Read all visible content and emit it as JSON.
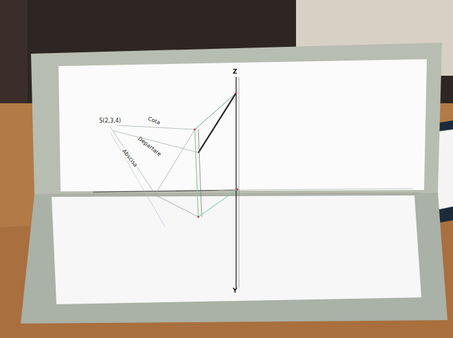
{
  "diagram": {
    "labels": [
      "S(2,3,4)",
      "Cota",
      "Departare",
      "Abscisa",
      "Z",
      "Y"
    ]
  }
}
